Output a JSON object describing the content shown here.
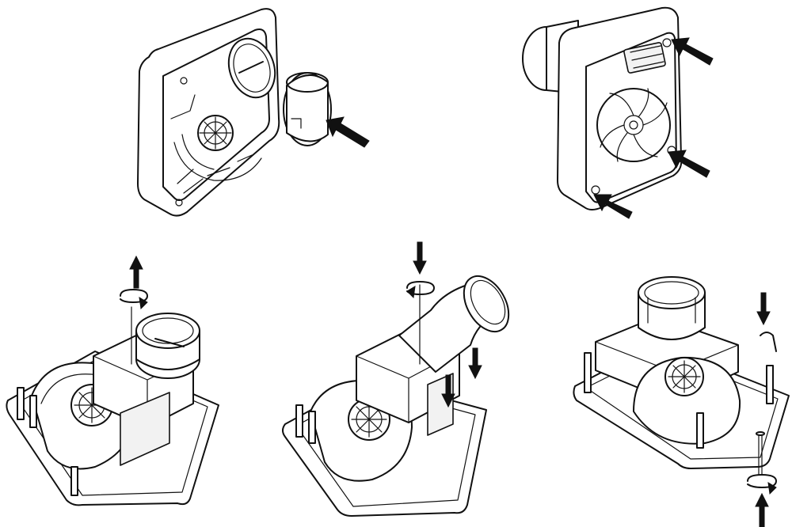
{
  "figure": {
    "colors": {
      "line": "#111111",
      "background": "#ffffff",
      "arrow": "#111111"
    },
    "panels": [
      {
        "id": "panel-1",
        "depicts": "housing-front-with-spigot",
        "icons": [
          "push-arrow-icon"
        ]
      },
      {
        "id": "panel-2",
        "depicts": "housing-rear-with-fixing-points",
        "icons": [
          "push-arrow-icon",
          "push-arrow-icon",
          "push-arrow-icon"
        ]
      },
      {
        "id": "panel-3",
        "depicts": "fan-base-spigot-removal",
        "icons": [
          "up-arrow-icon",
          "rotate-icon"
        ]
      },
      {
        "id": "panel-4",
        "depicts": "fan-base-elbow-fitting",
        "icons": [
          "down-arrow-icon",
          "rotate-icon",
          "down-arrow-icon",
          "down-arrow-icon"
        ]
      },
      {
        "id": "panel-5",
        "depicts": "fan-base-screw-fixing",
        "icons": [
          "down-arrow-icon",
          "rotate-icon",
          "up-arrow-icon"
        ]
      }
    ]
  }
}
